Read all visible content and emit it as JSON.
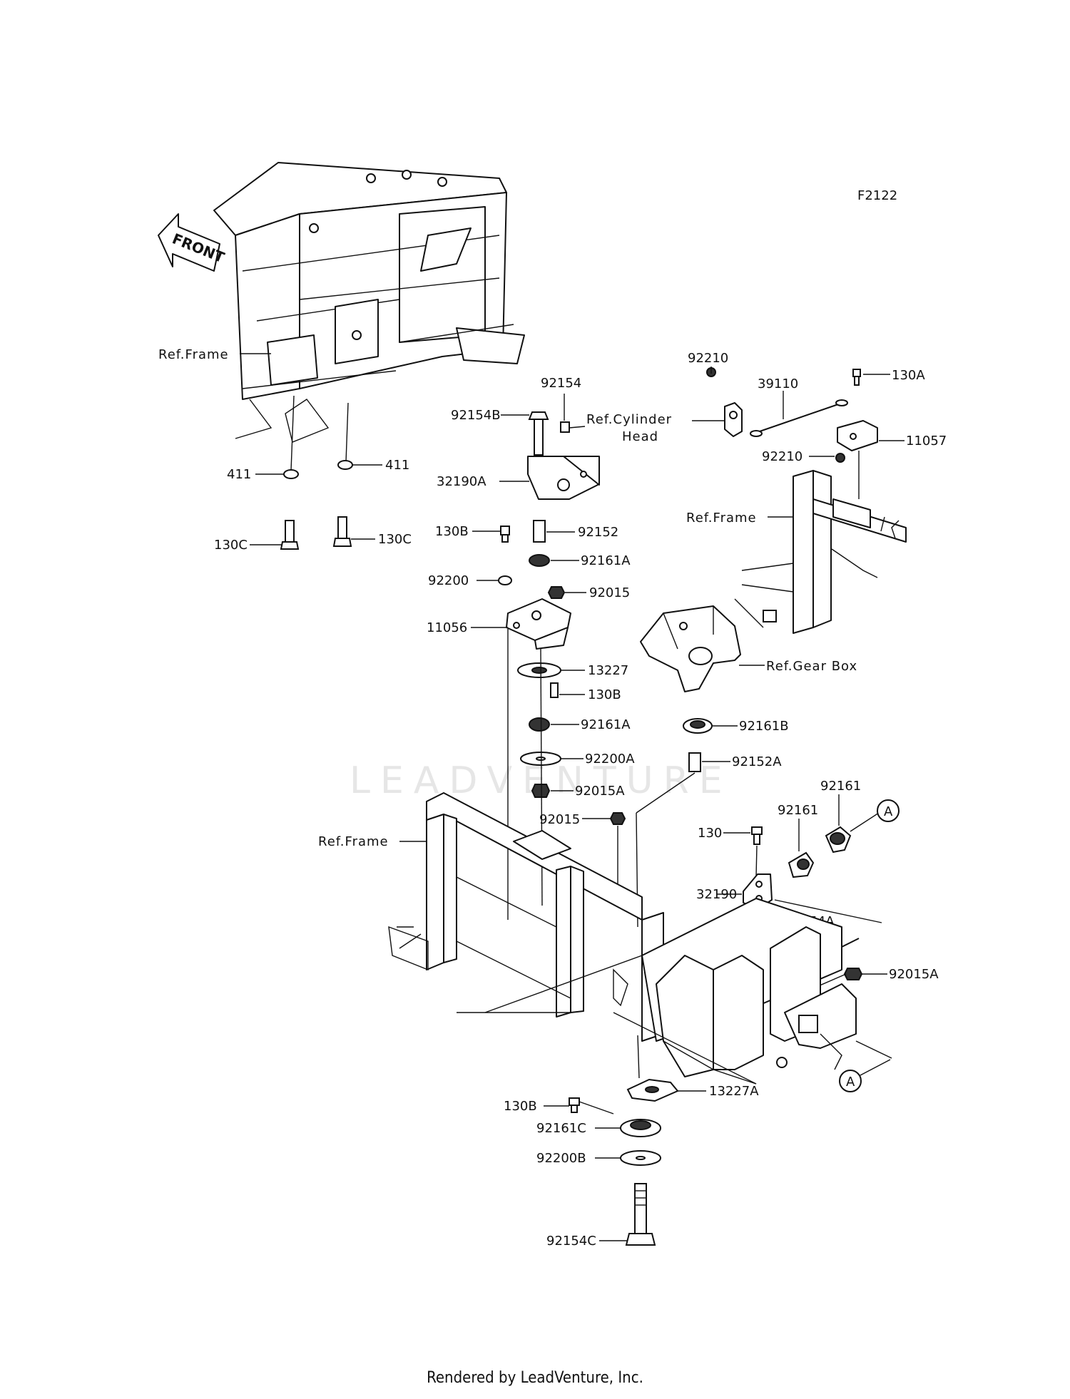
{
  "diagram_code": "F2122",
  "front_marker": "FRONT",
  "watermark": "LEADVENTURE",
  "footer": "Rendered by LeadVenture, Inc.",
  "refs": {
    "frame_top": "Ref.Frame",
    "frame_right": "Ref.Frame",
    "frame_bottom": "Ref.Frame",
    "cylinder_head_line1": "Ref.Cylinder",
    "cylinder_head_line2": "Head",
    "gear_box": "Ref.Gear Box"
  },
  "callouts": {
    "c411_left": "411",
    "c411_right": "411",
    "c130c_left": "130C",
    "c130c_right": "130C",
    "c92154": "92154",
    "c92154b": "92154B",
    "c32190a": "32190A",
    "c130b_top": "130B",
    "c92152": "92152",
    "c92161a_top": "92161A",
    "c92200": "92200",
    "c92015_top": "92015",
    "c11056": "11056",
    "c13227": "13227",
    "c130b_mid": "130B",
    "c92161a_bottom": "92161A",
    "c92200a": "92200A",
    "c92015a_mid": "92015A",
    "c92210_top": "92210",
    "c39110": "39110",
    "c130a": "130A",
    "c11057": "11057",
    "c92210_bottom": "92210",
    "c92161b": "92161B",
    "c92152a": "92152A",
    "c92161_right": "92161",
    "c92161_left": "92161",
    "circle_a_top": "A",
    "c92015_bottom": "92015",
    "c130": "130",
    "c32190": "32190",
    "c92154a": "92154A",
    "c92015a_right": "92015A",
    "circle_a_bottom": "A",
    "c13227a": "13227A",
    "c130b_bottom": "130B",
    "c92161c": "92161C",
    "c92200b": "92200B",
    "c92154c": "92154C"
  }
}
